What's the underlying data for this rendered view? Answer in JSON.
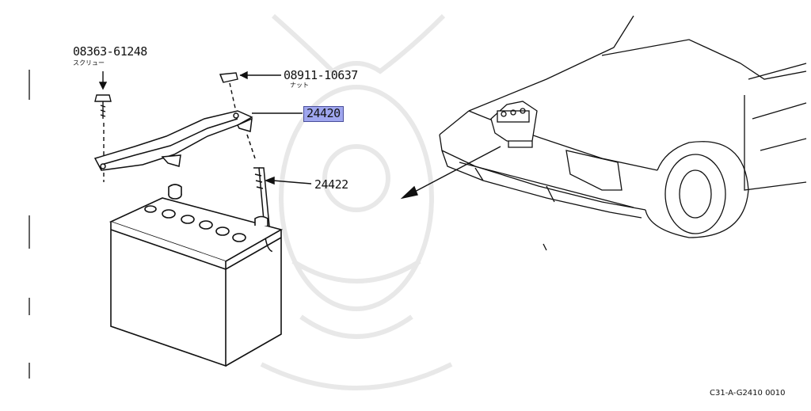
{
  "callouts": {
    "screw_part": "08363-61248",
    "screw_name": "スクリュー",
    "nut_part": "08911-10637",
    "nut_name": "ナット",
    "bracket_part": "24420",
    "rod_part": "24422"
  },
  "footer_code": "C31-A-G2410 0010",
  "colors": {
    "highlight": "#9fa6ee",
    "line": "#111111",
    "watermark": "#e6e6e6"
  }
}
